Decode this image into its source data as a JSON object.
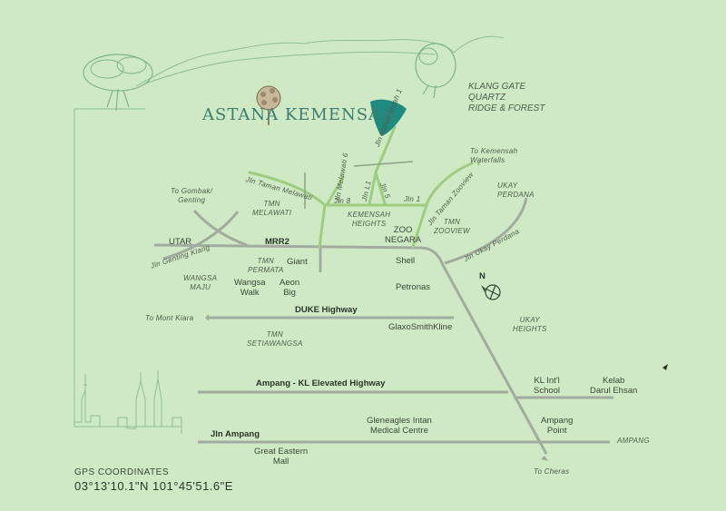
{
  "brand": {
    "name": "ASTANA KEMENSAH"
  },
  "colors": {
    "background": "#cfe9c4",
    "main_road": "#a3aba0",
    "local_road": "#9ccd80",
    "site": "#1f8b80",
    "line_art": "#7fb58f"
  },
  "labels": {
    "klang_gate": "KLANG GATE\nQUARTZ\nRIDGE & FOREST",
    "jln_melati_indah": "Jln Melati Indah 1",
    "to_kemensah_waterfalls": "To Kemensah\nWaterfalls",
    "jln_taman_melawati": "Jln Taman Melawati",
    "jln_melawati_6": "Jln Melawati 6",
    "jln_l1": "Jln L1",
    "jln_5": "Jln 5",
    "jln_8": "Jln 8",
    "jln_1": "Jln 1",
    "jln_taman_zooview": "Jln Taman Zooview",
    "ukay_perdana": "UKAY\nPERDANA",
    "to_gombak_genting": "To Gombak/\nGenting",
    "tmn_melawati": "TMN\nMELAWATI",
    "kemensah_heights": "KEMENSAH\nHEIGHTS",
    "zoo_negara": "ZOO\nNEGARA",
    "tmn_zooview": "TMN\nZOOVIEW",
    "jln_ukay_perdana": "Jln Ukay Perdana",
    "utar": "UTAR",
    "mrr2": "MRR2",
    "jln_genting_klang": "Jln Genting Klang",
    "tmn_permata": "TMN\nPERMATA",
    "giant": "Giant",
    "shell": "Shell",
    "wangsa_maju": "WANGSA\nMAJU",
    "wangsa_walk": "Wangsa\nWalk",
    "aeon_big": "Aeon\nBig",
    "petronas": "Petronas",
    "north": "N",
    "duke_highway": "DUKE Highway",
    "to_mont_kiara": "To Mont Kiara",
    "glaxosmithkline": "GlaxoSmithKline",
    "ukay_heights": "UKAY\nHEIGHTS",
    "tmn_setiawangsa": "TMN\nSETIAWANGSA",
    "ampang_kl_elevated": "Ampang - KL Elevated Highway",
    "kl_intl_school": "KL Int'l\nSchool",
    "kelab_darul_ehsan": "Kelab\nDarul Ehsan",
    "jln_ampang": "Jln Ampang",
    "gleneagles": "Gleneagles Intan\nMedical Centre",
    "ampang_point": "Ampang\nPoint",
    "ampang": "AMPANG",
    "great_eastern": "Great Eastern\nMall",
    "to_cheras": "To Cheras"
  },
  "gps": {
    "title": "GPS COORDINATES",
    "value": "03°13'10.1\"N 101°45'51.6\"E"
  }
}
